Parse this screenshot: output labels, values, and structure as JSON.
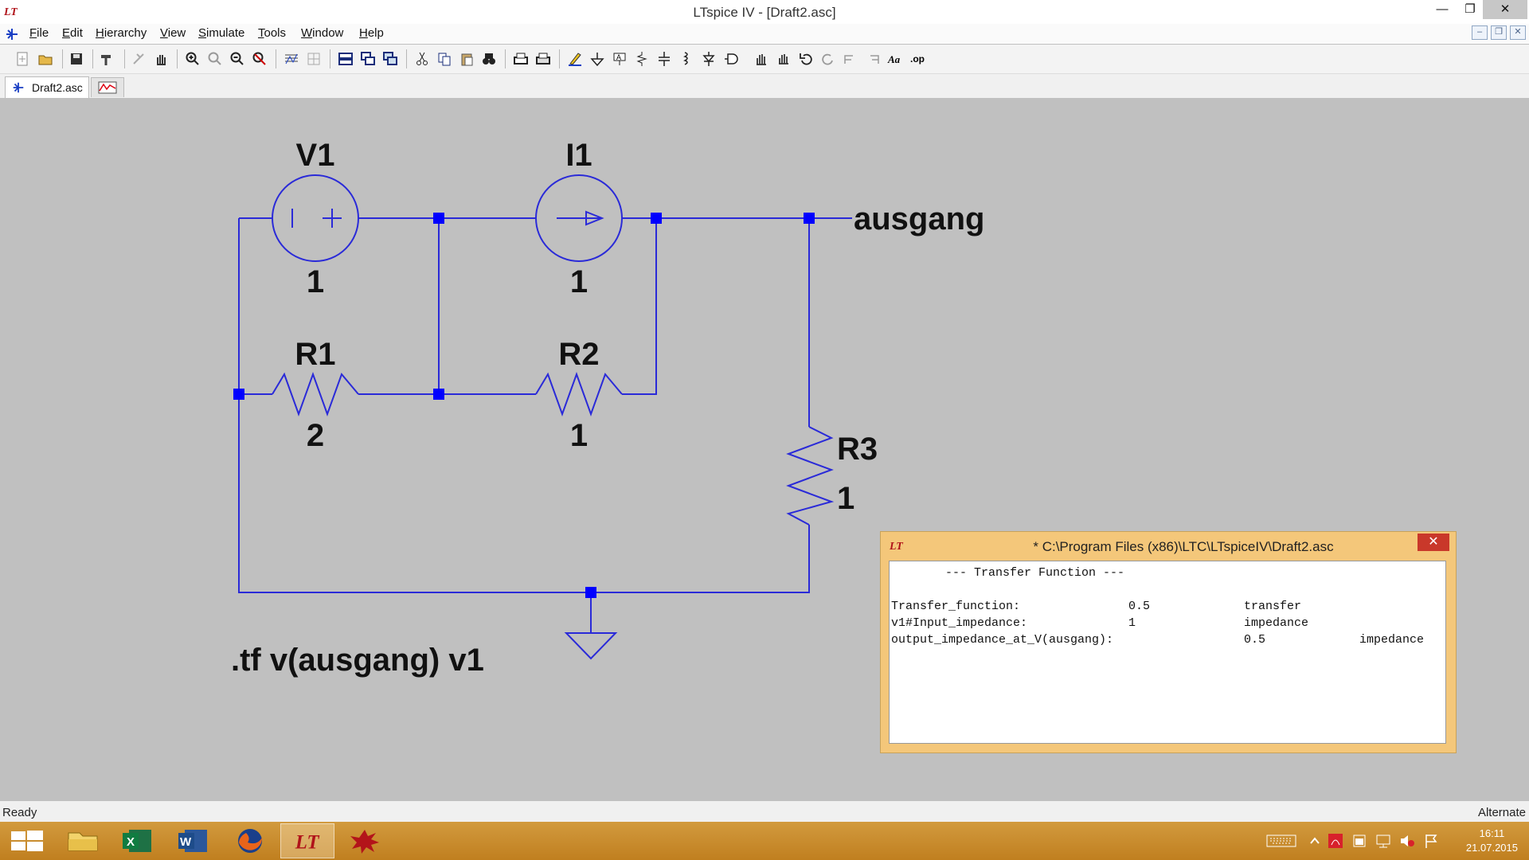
{
  "window": {
    "title": "LTspice IV - [Draft2.asc]"
  },
  "menu": [
    "File",
    "Edit",
    "Hierarchy",
    "View",
    "Simulate",
    "Tools",
    "Window",
    "Help"
  ],
  "tabs": {
    "schematic": "Draft2.asc"
  },
  "schematic": {
    "wire_color": "#2a2ad8",
    "node_color": "#0000ff",
    "v1": {
      "name": "V1",
      "value": "1"
    },
    "i1": {
      "name": "I1",
      "value": "1"
    },
    "r1": {
      "name": "R1",
      "value": "2"
    },
    "r2": {
      "name": "R2",
      "value": "1"
    },
    "r3": {
      "name": "R3",
      "value": "1"
    },
    "net_label": "ausgang",
    "directive": ".tf v(ausgang) v1"
  },
  "tf_window": {
    "title": "* C:\\Program Files (x86)\\LTC\\LTspiceIV\\Draft2.asc",
    "heading": "--- Transfer Function ---",
    "rows": [
      {
        "name": "Transfer_function:",
        "value": "0.5",
        "unit": "transfer"
      },
      {
        "name": "v1#Input_impedance:",
        "value": "1",
        "unit": "impedance"
      },
      {
        "name": "output_impedance_at_V(ausgang):",
        "value": "0.5",
        "unit": "impedance"
      }
    ]
  },
  "status": {
    "left": "Ready",
    "right": "Alternate"
  },
  "clock": {
    "time": "16:11",
    "date": "21.07.2015"
  }
}
